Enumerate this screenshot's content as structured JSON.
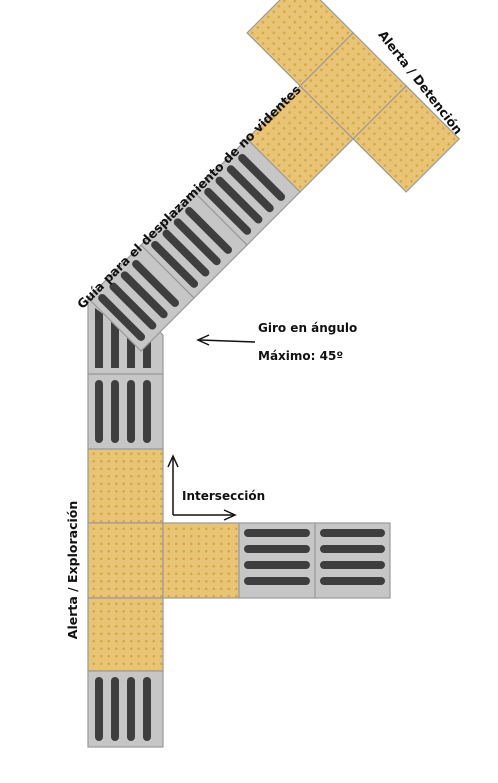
{
  "labels": {
    "guide": "Guía para el desplazamiento de no videntes",
    "alert_stop": "Alerta / Detención",
    "alert_exploration": "Alerta / Exploración",
    "turn_line1": "Giro en ángulo",
    "turn_line2": "Máximo: 45º",
    "intersection": "Intersección"
  },
  "colors": {
    "warning_tile": "#e8c474",
    "warning_dot": "#d4a64a",
    "guide_tile": "#c6c6c6",
    "guide_bar": "#3e3e3e",
    "tile_border": "#9a9a9a"
  }
}
